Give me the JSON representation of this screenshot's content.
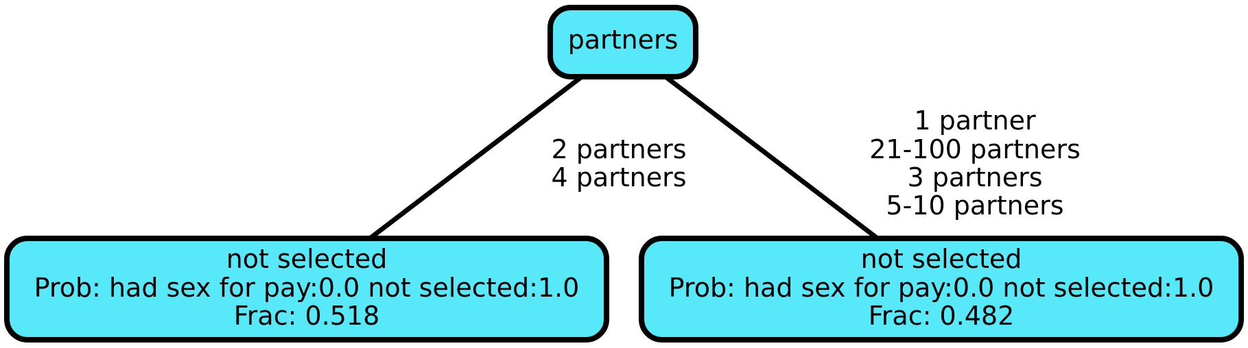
{
  "tree": {
    "root": {
      "label": "partners"
    },
    "children": [
      {
        "edge_lines": [
          "2 partners",
          "4 partners"
        ],
        "lines": [
          "not selected",
          "Prob: had sex for pay:0.0 not selected:1.0",
          "Frac: 0.518"
        ]
      },
      {
        "edge_lines": [
          "1 partner",
          "21-100 partners",
          "3 partners",
          "5-10 partners"
        ],
        "lines": [
          "not selected",
          "Prob: had sex for pay:0.0 not selected:1.0",
          "Frac: 0.482"
        ]
      }
    ],
    "colors": {
      "node_fill": "#57e8fa",
      "stroke": "#000000"
    }
  }
}
